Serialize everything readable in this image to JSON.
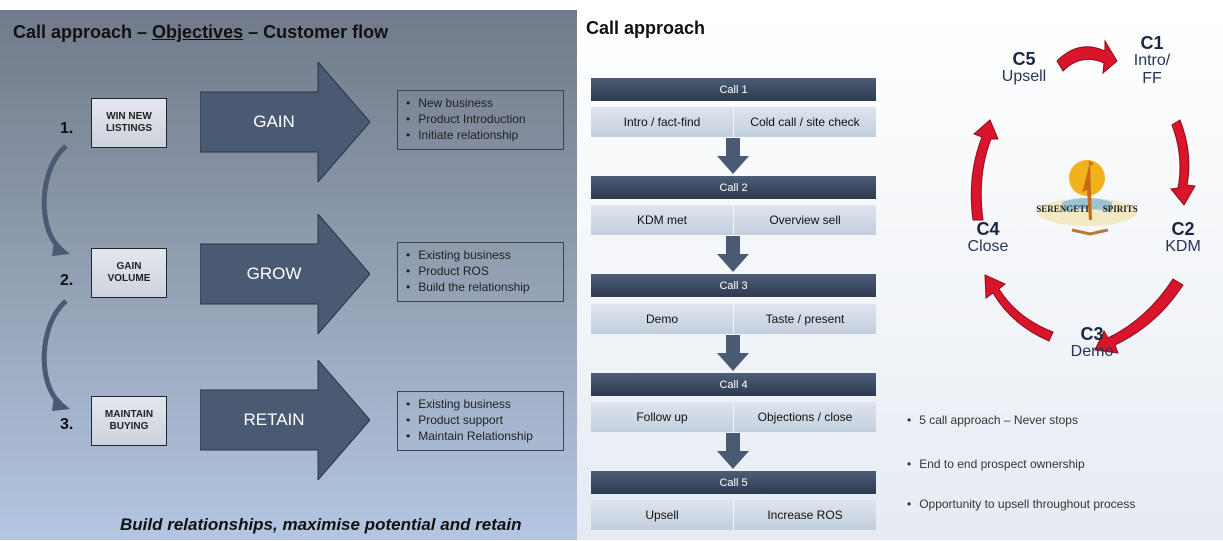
{
  "left": {
    "title_part1": "Call approach – ",
    "title_part2": "Objectives",
    "title_part3": " – Customer flow",
    "rows": [
      {
        "number": "1.",
        "stage": "WIN NEW\nLISTINGS",
        "action": "GAIN",
        "bullets": [
          "New business",
          "Product Introduction",
          "Initiate relationship"
        ]
      },
      {
        "number": "2.",
        "stage": "GAIN\nVOLUME",
        "action": "GROW",
        "bullets": [
          "Existing business",
          "Product ROS",
          "Build the relationship"
        ]
      },
      {
        "number": "3.",
        "stage": "MAINTAIN\nBUYING",
        "action": "RETAIN",
        "bullets": [
          "Existing business",
          "Product support",
          "Maintain Relationship"
        ]
      }
    ],
    "tagline": "Build relationships, maximise potential and retain"
  },
  "right": {
    "title": "Call approach",
    "calls": [
      {
        "header": "Call 1",
        "left": "Intro / fact-find",
        "right": "Cold call / site check"
      },
      {
        "header": "Call 2",
        "left": "KDM met",
        "right": "Overview sell"
      },
      {
        "header": "Call 3",
        "left": "Demo",
        "right": "Taste / present"
      },
      {
        "header": "Call 4",
        "left": "Follow up",
        "right": "Objections / close"
      },
      {
        "header": "Call 5",
        "left": "Upsell",
        "right": "Increase ROS"
      }
    ],
    "cycle": {
      "c1": {
        "code": "C1",
        "name": "Intro/\nFF"
      },
      "c2": {
        "code": "C2",
        "name": "KDM"
      },
      "c3": {
        "code": "C3",
        "name": "Demo"
      },
      "c4": {
        "code": "C4",
        "name": "Close"
      },
      "c5": {
        "code": "C5",
        "name": "Upsell"
      }
    },
    "logo_text_left": "SERENGETI",
    "logo_text_right": "SPIRITS",
    "bullets": [
      "5 call approach – Never stops",
      "End to end prospect ownership",
      "Opportunity to upsell throughout process"
    ]
  },
  "colors": {
    "cycle_arrow": "#d8152b",
    "flow_arrow": "#4a5a72",
    "call_header": "#3b4a62"
  }
}
